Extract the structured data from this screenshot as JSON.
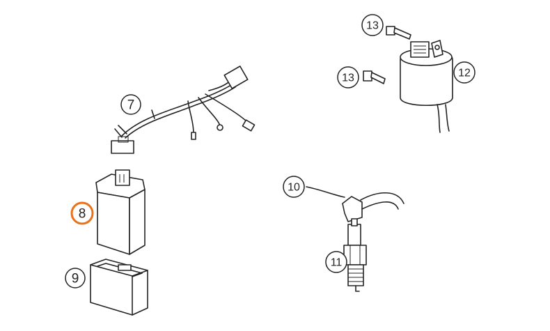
{
  "diagram": {
    "highlight_color": "#e8711c",
    "callouts": [
      {
        "id": "7",
        "label": "7"
      },
      {
        "id": "8",
        "label": "8",
        "highlighted": true
      },
      {
        "id": "9",
        "label": "9"
      },
      {
        "id": "10",
        "label": "10"
      },
      {
        "id": "11",
        "label": "11"
      },
      {
        "id": "12",
        "label": "12"
      },
      {
        "id": "13a",
        "label": "13"
      },
      {
        "id": "13b",
        "label": "13"
      }
    ]
  }
}
